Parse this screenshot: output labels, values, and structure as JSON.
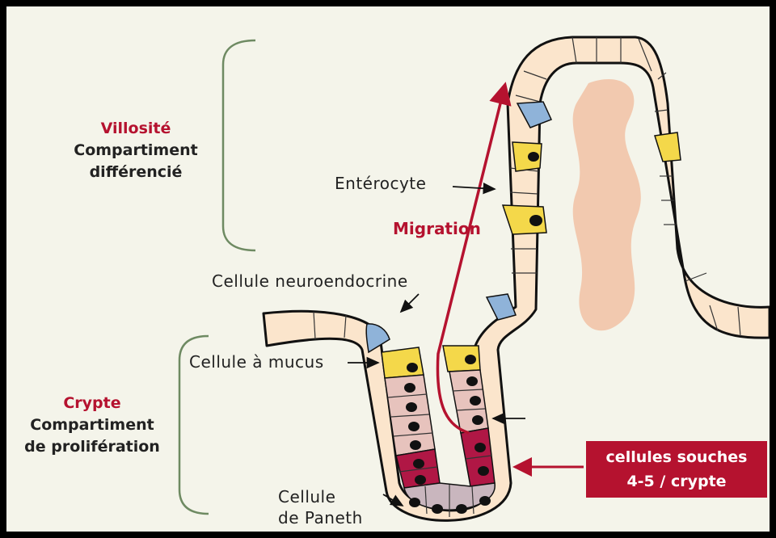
{
  "villus": {
    "title": "Villosité",
    "line1": "Compartiment",
    "line2": "différencié"
  },
  "crypt": {
    "title": "Crypte",
    "line1": "Compartiment",
    "line2": "de prolifération"
  },
  "labels": {
    "enterocyte": "Entérocyte",
    "migration": "Migration",
    "neuroendocrine": "Cellule neuroendocrine",
    "mucus": "Cellule à mucus",
    "paneth_line1": "Cellule",
    "paneth_line2": "de Paneth"
  },
  "stem_cells": {
    "line1": "cellules souches",
    "line2": "4-5 / crypte"
  },
  "colors": {
    "accent_red": "#b5122f",
    "enterocyte": "#fbe5cc",
    "mucus_cell": "#f4d84a",
    "neuroendocrine_cell": "#8fb3d9",
    "progenitor_cell": "#e7c3bd",
    "stem_cell": "#b01745",
    "paneth_cell": "#c9b6be",
    "lamina_propria": "#f2c4a8",
    "brace": "#6e8a62"
  }
}
